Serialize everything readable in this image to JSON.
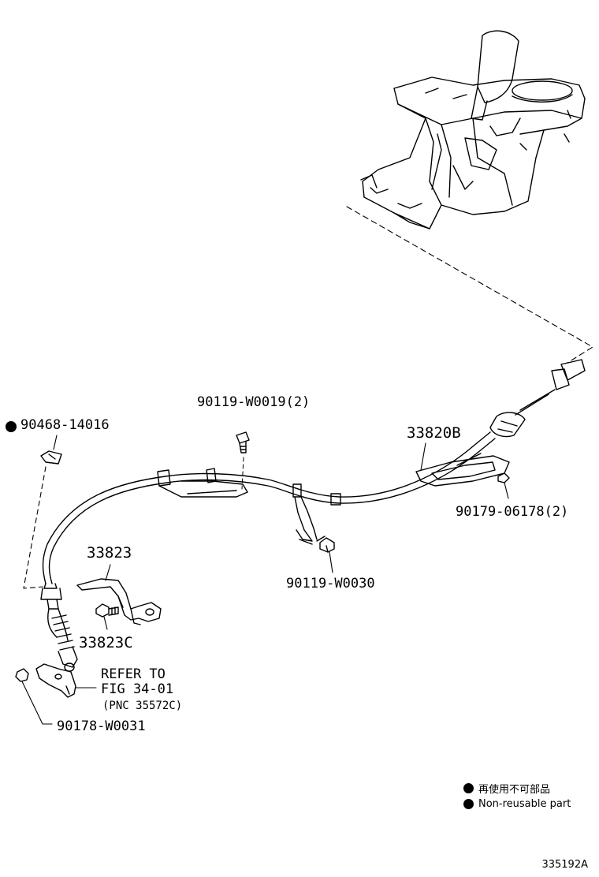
{
  "labels": {
    "p90468": "90468-14016",
    "p90119_w0019": "90119-W0019(2)",
    "p33820b": "33820B",
    "p90179": "90179-06178(2)",
    "p33823": "33823",
    "p33823c": "33823C",
    "p90119_w0030": "90119-W0030",
    "refer_line1": "REFER TO",
    "refer_line2": "FIG 34-01",
    "refer_line3": "(PNC 35572C)",
    "p90178": "90178-W0031"
  },
  "legend": {
    "jp": "再使用不可部品",
    "en": "Non-reusable part"
  },
  "footer": {
    "code": "335192A"
  },
  "colors": {
    "ink": "#000000",
    "paper": "#ffffff"
  }
}
